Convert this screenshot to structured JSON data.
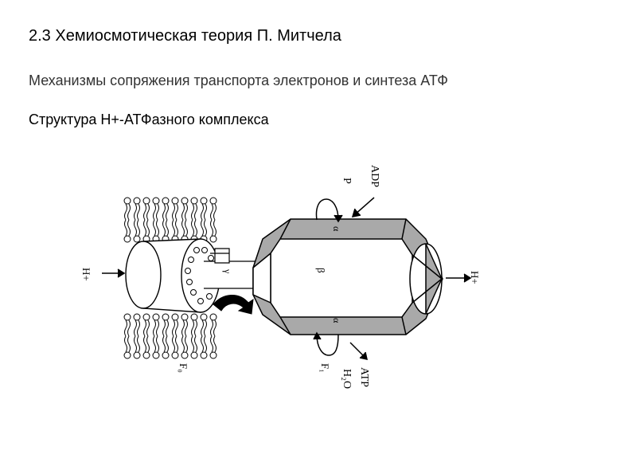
{
  "slide": {
    "title": "2.3 Хемиосмотическая теория П. Митчела",
    "subtitle": "Механизмы сопряжения транспорта электронов и синтеза АТФ",
    "caption": "Структура Н+-АТФазного комплекса"
  },
  "diagram": {
    "labels": {
      "adp": "ADP",
      "p": "P",
      "atp": "ATP",
      "h2o": "H₂O",
      "h_in": "H+",
      "h_out": "H+",
      "alpha_top": "α",
      "alpha_bottom": "α",
      "beta": "β",
      "gamma": "γ",
      "f0": "F₀",
      "f1": "F₁"
    },
    "colors": {
      "line": "#000000",
      "shade": "#a9a9a9",
      "body_fill": "#ffffff"
    }
  }
}
